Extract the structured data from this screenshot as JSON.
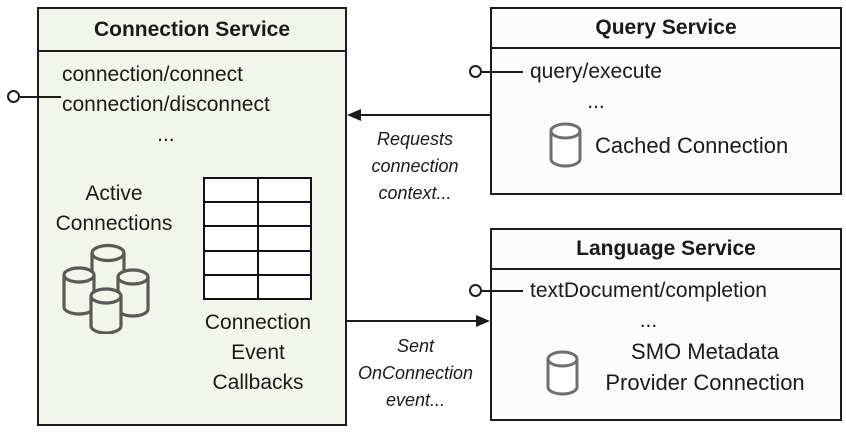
{
  "colors": {
    "connection_box_fill": "#f2f5ea",
    "service_box_fill": "#fcfcfc",
    "border": "#1c1c1c",
    "cylinder_stroke_dark": "#595959",
    "cylinder_stroke_light": "#6e6e6e",
    "text": "#1a1a1a"
  },
  "connection_service": {
    "title": "Connection Service",
    "methods": [
      "connection/connect",
      "connection/disconnect"
    ],
    "ellipsis": "...",
    "active_connections": [
      "Active",
      "Connections"
    ],
    "callbacks": [
      "Connection",
      "Event",
      "Callbacks"
    ],
    "table": {
      "rows": 5,
      "cols": 2
    }
  },
  "query_service": {
    "title": "Query Service",
    "method": "query/execute",
    "ellipsis": "...",
    "cached_connection_label": "Cached Connection"
  },
  "language_service": {
    "title": "Language Service",
    "method": "textDocument/completion",
    "ellipsis": "...",
    "smo_lines": [
      "SMO Metadata",
      "Provider Connection"
    ]
  },
  "arrows": {
    "requests_connection": {
      "lines": [
        "Requests",
        "connection",
        "context..."
      ]
    },
    "sent_onconnection": {
      "lines": [
        "Sent",
        "OnConnection",
        "event..."
      ]
    }
  }
}
